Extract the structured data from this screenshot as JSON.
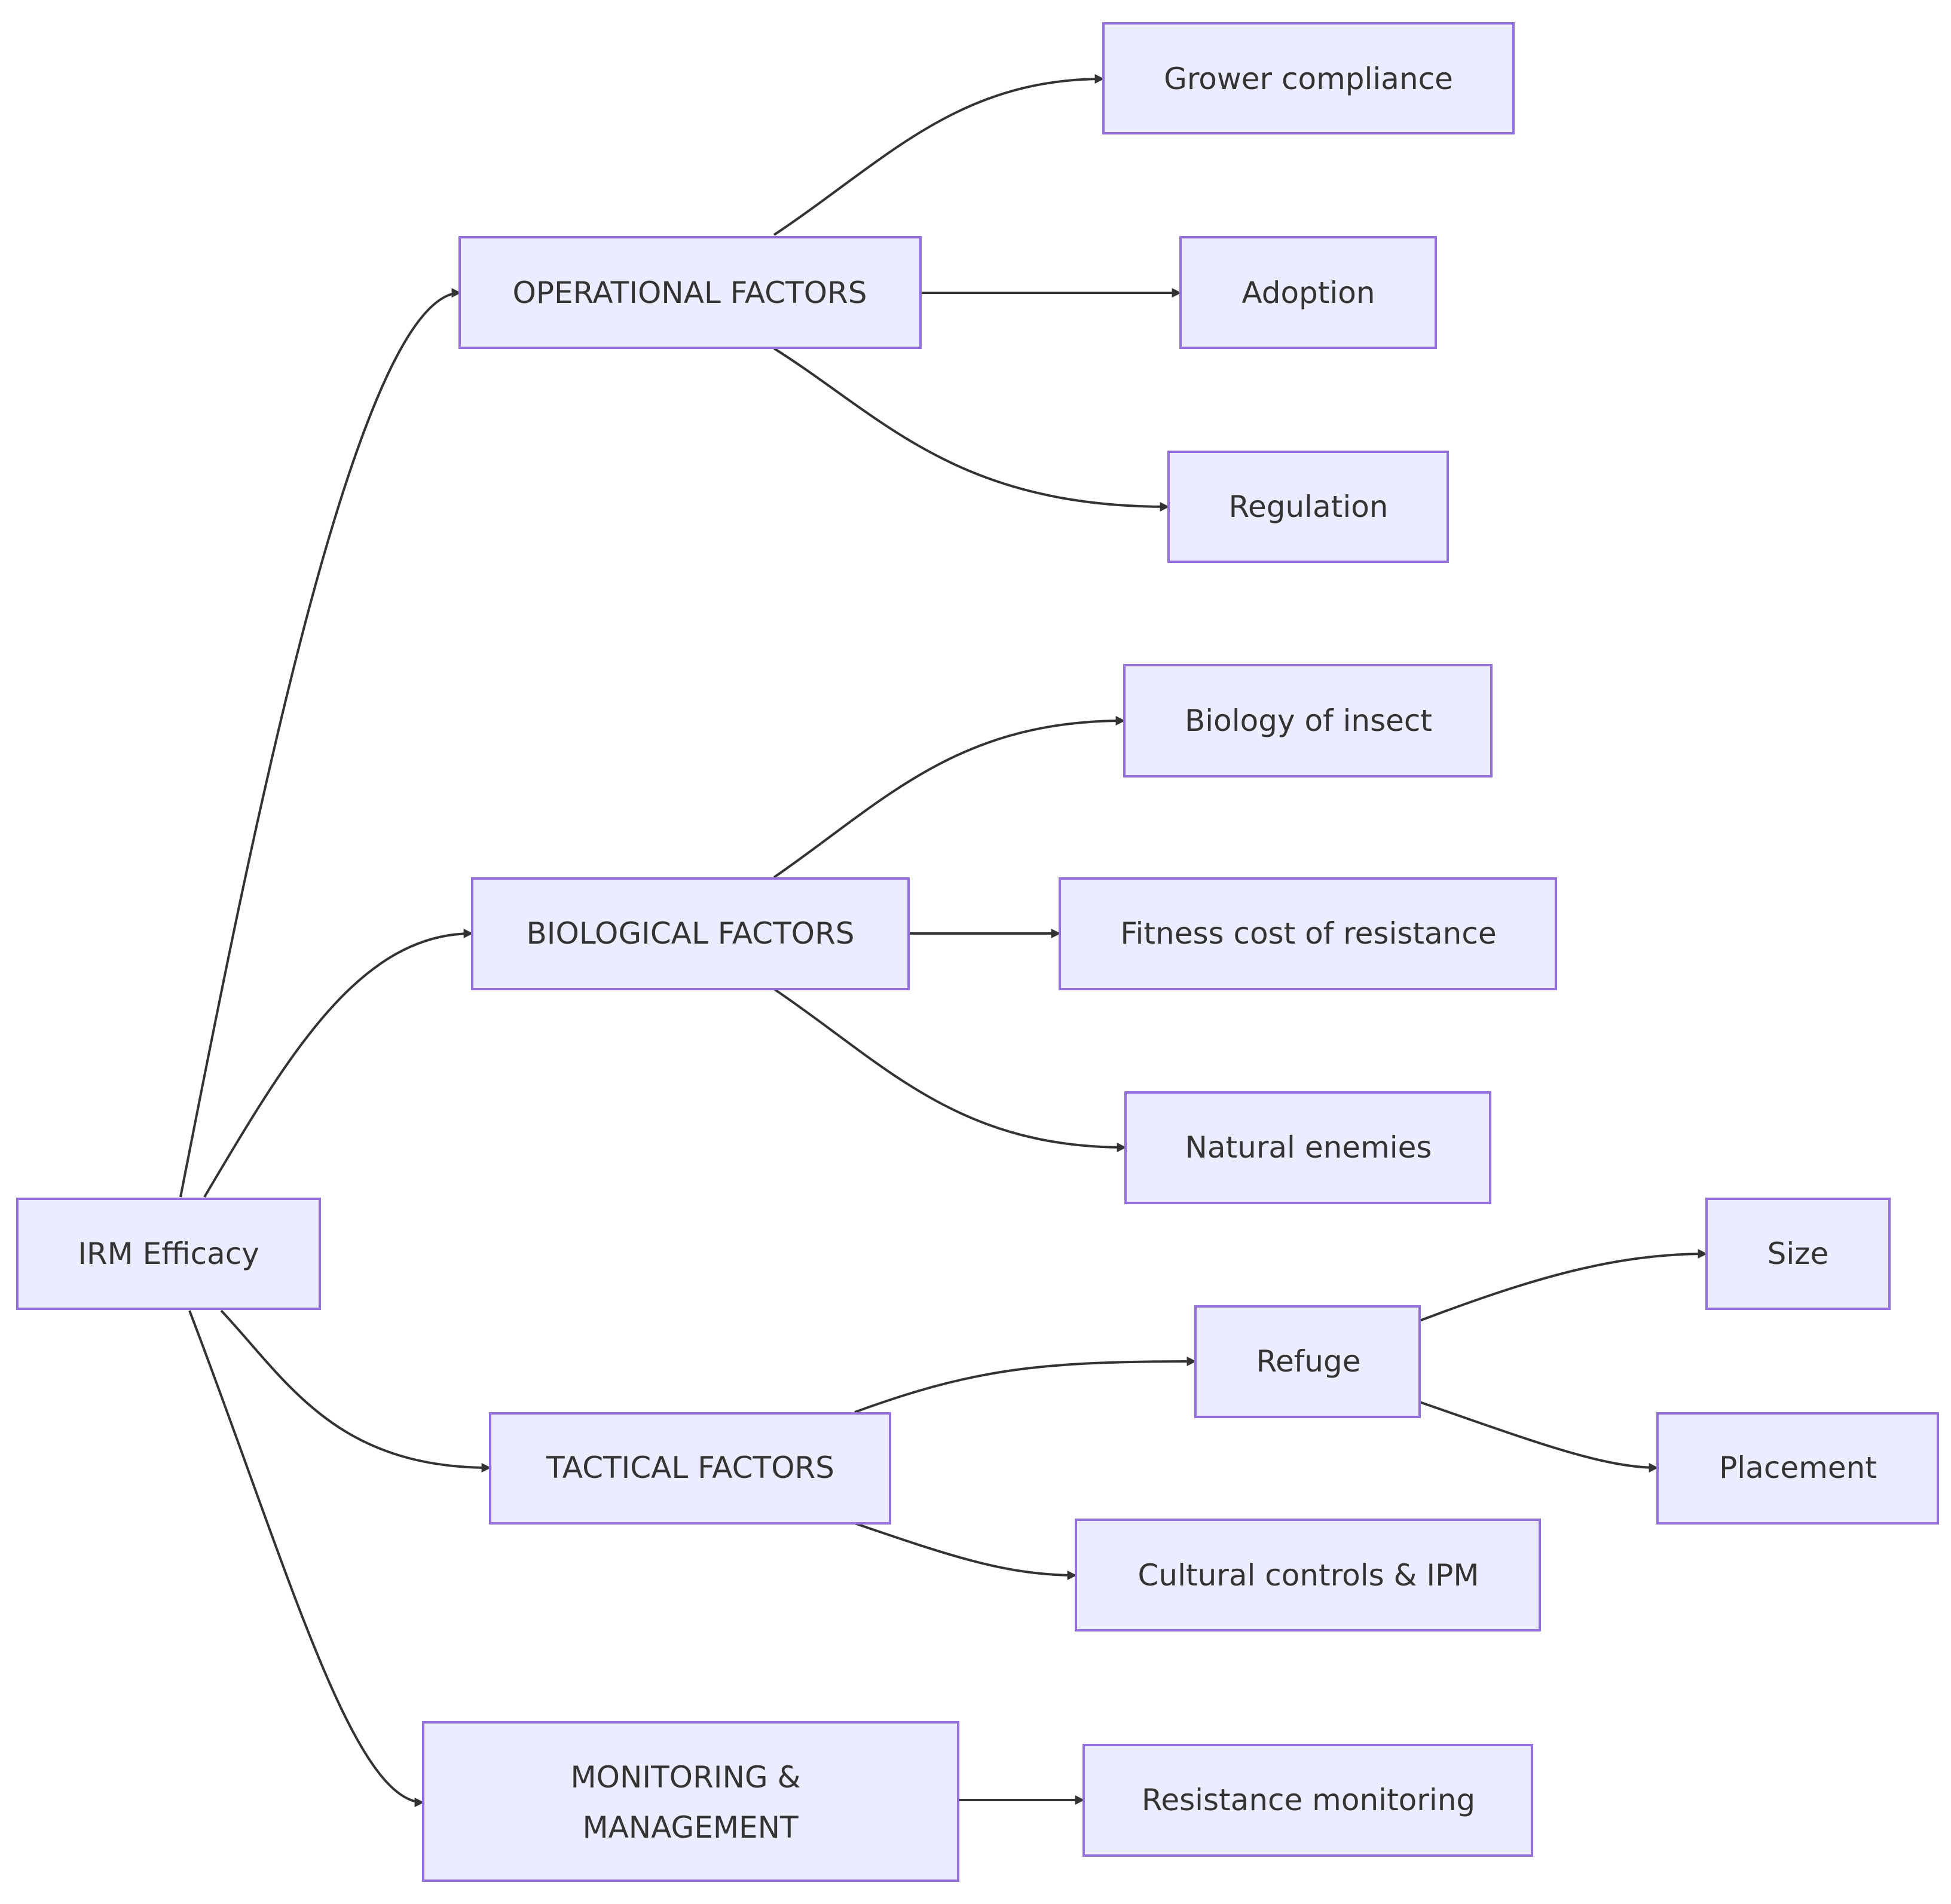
{
  "diagram": {
    "nodes": {
      "root": {
        "label": "IRM Efficacy"
      },
      "operational": {
        "label": "OPERATIONAL FACTORS"
      },
      "biological": {
        "label": "BIOLOGICAL FACTORS"
      },
      "tactical": {
        "label": "TACTICAL FACTORS"
      },
      "monitoring": {
        "label_line1": "MONITORING &",
        "label_line2": "MANAGEMENT"
      },
      "grower_compliance": {
        "label": "Grower compliance"
      },
      "adoption": {
        "label": "Adoption"
      },
      "regulation": {
        "label": "Regulation"
      },
      "biology_insect": {
        "label": "Biology of insect"
      },
      "fitness_cost": {
        "label": "Fitness cost of resistance"
      },
      "natural_enemies": {
        "label": "Natural enemies"
      },
      "refuge": {
        "label": "Refuge"
      },
      "cultural_controls": {
        "label": "Cultural controls & IPM"
      },
      "size": {
        "label": "Size"
      },
      "placement": {
        "label": "Placement"
      },
      "resistance_monitoring": {
        "label": "Resistance monitoring"
      }
    },
    "edges": [
      {
        "from": "root",
        "to": "operational"
      },
      {
        "from": "root",
        "to": "biological"
      },
      {
        "from": "root",
        "to": "tactical"
      },
      {
        "from": "root",
        "to": "monitoring"
      },
      {
        "from": "operational",
        "to": "grower_compliance"
      },
      {
        "from": "operational",
        "to": "adoption"
      },
      {
        "from": "operational",
        "to": "regulation"
      },
      {
        "from": "biological",
        "to": "biology_insect"
      },
      {
        "from": "biological",
        "to": "fitness_cost"
      },
      {
        "from": "biological",
        "to": "natural_enemies"
      },
      {
        "from": "tactical",
        "to": "refuge"
      },
      {
        "from": "tactical",
        "to": "cultural_controls"
      },
      {
        "from": "refuge",
        "to": "size"
      },
      {
        "from": "refuge",
        "to": "placement"
      },
      {
        "from": "monitoring",
        "to": "resistance_monitoring"
      }
    ],
    "colors": {
      "node_fill": "#ECECFF",
      "node_stroke": "#9370DB",
      "edge": "#333333",
      "text": "#333333"
    }
  }
}
